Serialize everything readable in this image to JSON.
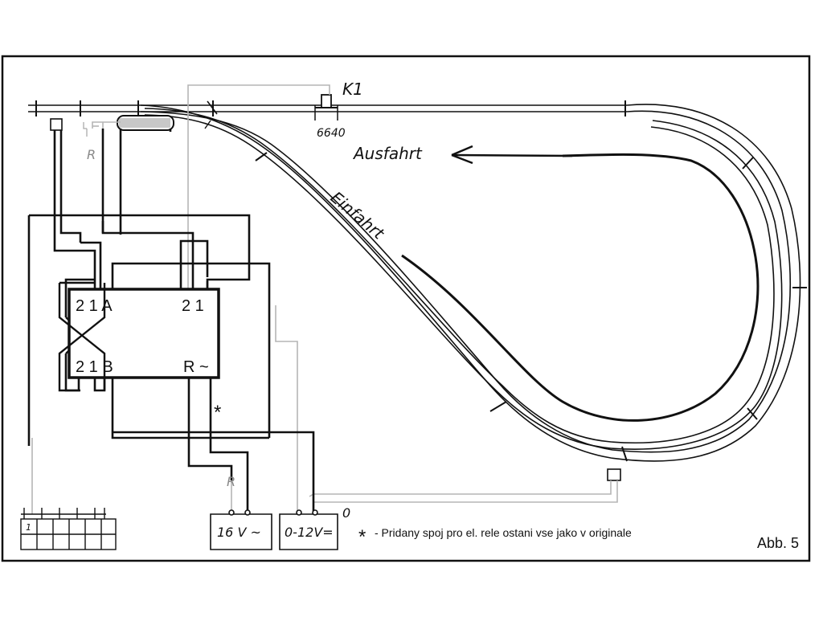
{
  "labels": {
    "k1": "K1",
    "contact_number": "6640",
    "exit": "Ausfahrt",
    "entry": "Einfahrt",
    "resistor_top": "R",
    "resistor_bottom": "R",
    "relay_a_terminals": "2 1 A",
    "relay_top_right_terminals": "2 1",
    "relay_b_terminals": "2 1 B",
    "relay_r_terminals": "R ~",
    "asterisk": "*",
    "transformer_ac": "16 V ~",
    "transformer_dc": "0-12V=",
    "zero": "0",
    "terminal_strip_one": "1",
    "note_marker": "*",
    "note_text": "- Pridany spoj pro el. rele ostani vse jako v originale",
    "figure_number": "Abb. 5"
  },
  "colors": {
    "ink": "#111111",
    "faint_wire": "#b5b5b5",
    "paper": "#ffffff"
  }
}
